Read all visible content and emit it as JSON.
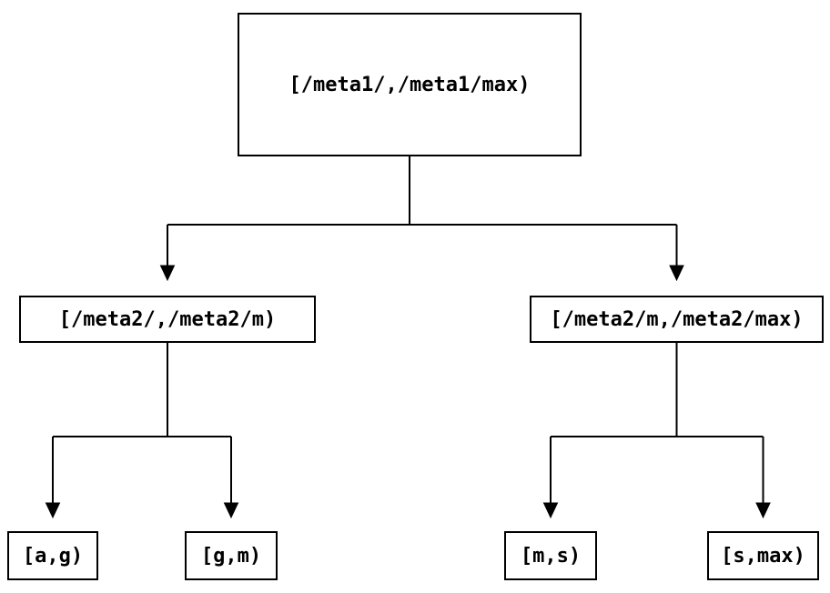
{
  "diagram": {
    "type": "tree",
    "root": {
      "label": "[/meta1/,/meta1/max)"
    },
    "level2": [
      {
        "label": "[/meta2/,/meta2/m)",
        "parent": "root"
      },
      {
        "label": "[/meta2/m,/meta2/max)",
        "parent": "root"
      }
    ],
    "leaves": [
      {
        "label": "[a,g)",
        "parent": "[/meta2/,/meta2/m)"
      },
      {
        "label": "[g,m)",
        "parent": "[/meta2/,/meta2/m)"
      },
      {
        "label": "[m,s)",
        "parent": "[/meta2/m,/meta2/max)"
      },
      {
        "label": "[s,max)",
        "parent": "[/meta2/m,/meta2/max)"
      }
    ],
    "icons": {
      "arrowhead": "▼"
    },
    "colors": {
      "background": "#ffffff",
      "line": "#000000",
      "box_border": "#000000",
      "text": "#000000"
    }
  }
}
